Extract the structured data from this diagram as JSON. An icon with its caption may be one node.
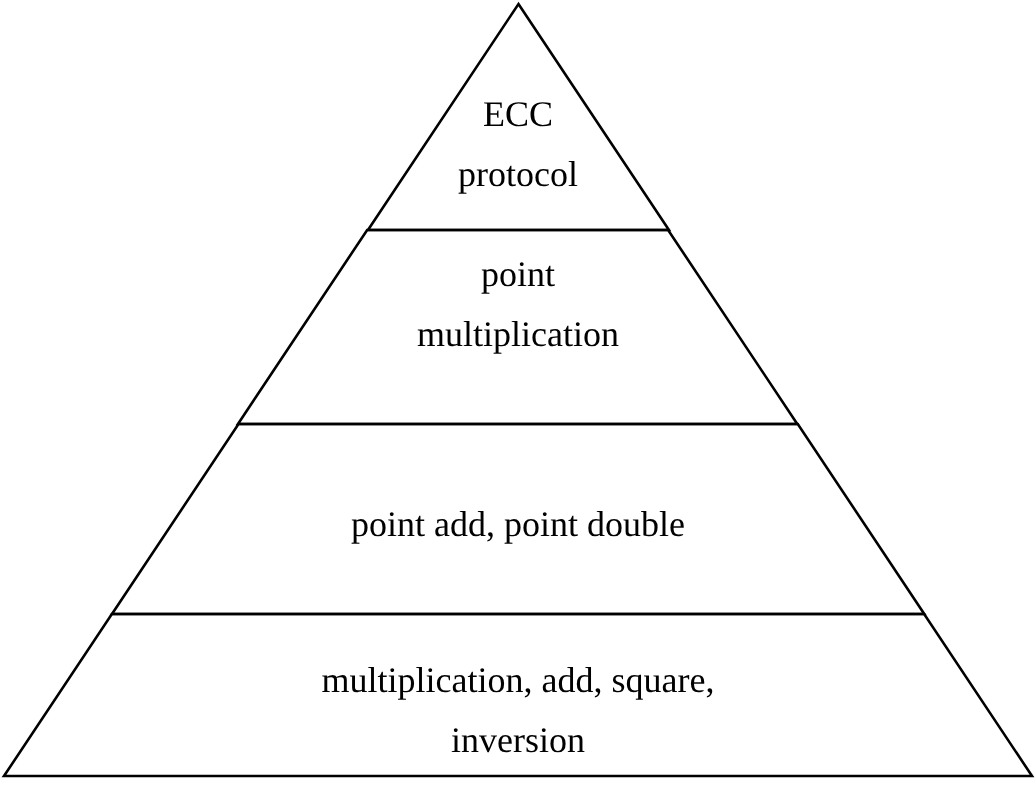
{
  "diagram": {
    "nodes": [
      {
        "text": [
          "ECC protocol"
        ]
      },
      {
        "text": [
          "point multiplication"
        ]
      },
      {
        "text": [
          "point add, point double"
        ]
      },
      {
        "text": [
          "multiplication, add, square, inversion"
        ]
      }
    ]
  }
}
